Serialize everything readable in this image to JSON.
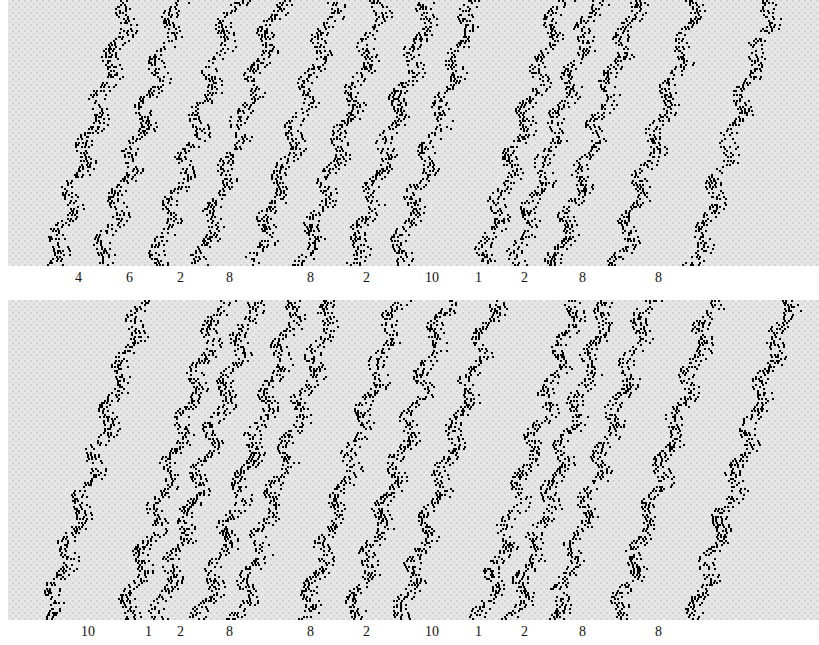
{
  "diagram": {
    "labels": [
      "4",
      "6",
      "2",
      "8",
      "8",
      "2",
      "10",
      "1",
      "2",
      "8",
      "8",
      "10",
      "1",
      "2",
      "8",
      "8",
      "2",
      "10",
      "1",
      "2",
      "8",
      "8"
    ]
  }
}
